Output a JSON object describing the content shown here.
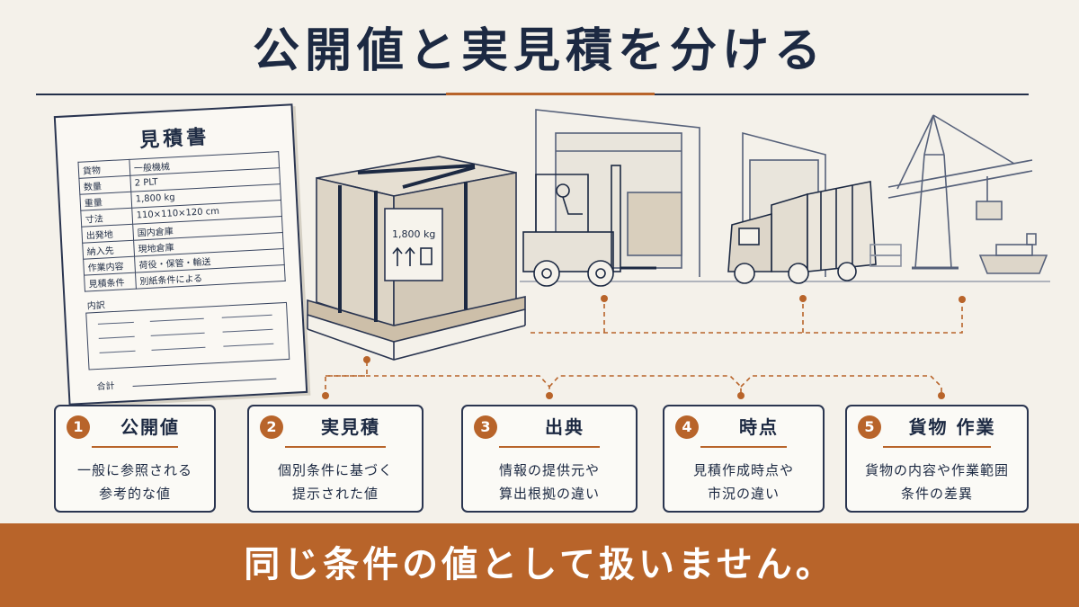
{
  "title": "公開値と実見積を分ける",
  "document": {
    "title": "見積書",
    "rows": [
      {
        "label": "貨物",
        "value": "一般機械"
      },
      {
        "label": "数量",
        "value": "2 PLT"
      },
      {
        "label": "重量",
        "value": "1,800 kg"
      },
      {
        "label": "寸法",
        "value": "110×110×120 cm"
      },
      {
        "label": "出発地",
        "value": "国内倉庫"
      },
      {
        "label": "納入先",
        "value": "現地倉庫"
      },
      {
        "label": "作業内容",
        "value": "荷役・保管・輸送"
      },
      {
        "label": "見積条件",
        "value": "別紙条件による"
      }
    ],
    "breakdown_label": "内訳",
    "total_label": "合計"
  },
  "crate": {
    "weight_label": "1,800 kg"
  },
  "cards": [
    {
      "number": "1",
      "heading": "公開値",
      "desc_line1": "一般に参照される",
      "desc_line2": "参考的な値"
    },
    {
      "number": "2",
      "heading": "実見積",
      "desc_line1": "個別条件に基づく",
      "desc_line2": "提示された値"
    },
    {
      "number": "3",
      "heading": "出典",
      "desc_line1": "情報の提供元や",
      "desc_line2": "算出根拠の違い"
    },
    {
      "number": "4",
      "heading": "時点",
      "desc_line1": "見積作成時点や",
      "desc_line2": "市況の違い"
    },
    {
      "number": "5",
      "heading": "貨物 作業",
      "desc_line1": "貨物の内容や作業範囲",
      "desc_line2": "条件の差異"
    }
  ],
  "banner": {
    "text": "同じ条件の値として扱いません。"
  },
  "colors": {
    "navy": "#1c2942",
    "accent": "#b8642a",
    "background": "#f4f1ea"
  }
}
